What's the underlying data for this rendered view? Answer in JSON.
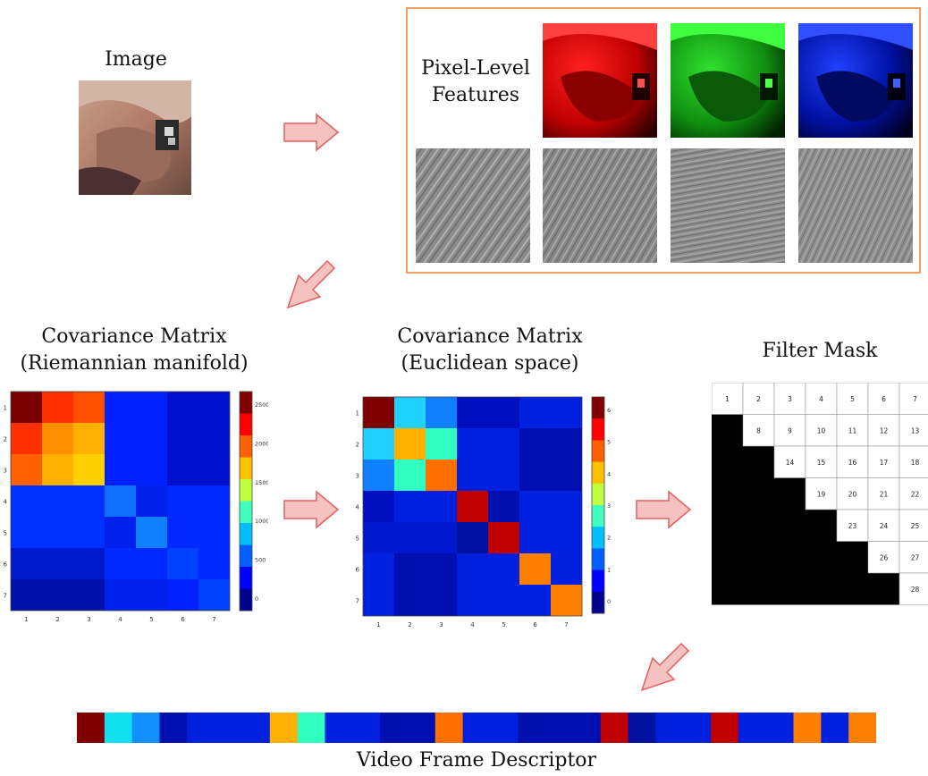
{
  "labels": {
    "image": "Image",
    "pixel_features_line1": "Pixel-Level",
    "pixel_features_line2": "Features",
    "cov_riemannian_line1": "Covariance Matrix",
    "cov_riemannian_line2": "(Riemannian manifold)",
    "cov_euclidean_line1": "Covariance Matrix",
    "cov_euclidean_line2": "(Euclidean space)",
    "filter_mask": "Filter Mask",
    "descriptor": "Video Frame Descriptor"
  },
  "colors": {
    "feature_border": "#f0a060",
    "arrow_fill": "#f6c1c1",
    "arrow_stroke": "#e06060"
  },
  "cov_riemannian": {
    "axis_ticks": [
      "1",
      "2",
      "3",
      "4",
      "5",
      "6",
      "7"
    ],
    "colorbar_ticks": [
      "2500",
      "2000",
      "1500",
      "1000",
      "500",
      "0"
    ],
    "cells": [
      [
        "#7a0000",
        "#ff3000",
        "#ff5000",
        "#0020ff",
        "#0020ff",
        "#0010cc",
        "#0010cc"
      ],
      [
        "#ff3000",
        "#ff9000",
        "#ffb000",
        "#0020ff",
        "#0020ff",
        "#0010cc",
        "#0010cc"
      ],
      [
        "#ff6000",
        "#ffb000",
        "#ffd000",
        "#0020ff",
        "#0020ff",
        "#0010cc",
        "#0010cc"
      ],
      [
        "#0030ff",
        "#0030ff",
        "#0030ff",
        "#1070ff",
        "#0020ee",
        "#0028ff",
        "#0028ff"
      ],
      [
        "#0030ff",
        "#0030ff",
        "#0030ff",
        "#0020ee",
        "#1080ff",
        "#0028ff",
        "#0028ff"
      ],
      [
        "#0018cc",
        "#0018cc",
        "#0018cc",
        "#0028ff",
        "#0028ff",
        "#0040ff",
        "#0028ff"
      ],
      [
        "#0010aa",
        "#0010aa",
        "#0010aa",
        "#0020ee",
        "#0020ee",
        "#0020ff",
        "#0040ff"
      ]
    ]
  },
  "cov_euclidean": {
    "axis_ticks": [
      "1",
      "2",
      "3",
      "4",
      "5",
      "6",
      "7"
    ],
    "colorbar_ticks": [
      "6",
      "5",
      "4",
      "3",
      "2",
      "1",
      "0"
    ],
    "cells": [
      [
        "#800000",
        "#20d0ff",
        "#1080ff",
        "#0010c0",
        "#0010c0",
        "#0020e0",
        "#0020e0"
      ],
      [
        "#20d0ff",
        "#ffb000",
        "#30ffc0",
        "#0020e0",
        "#0020e0",
        "#0010b0",
        "#0010b0"
      ],
      [
        "#1080ff",
        "#30ffc0",
        "#ff7000",
        "#0020e0",
        "#0020e0",
        "#0010b0",
        "#0010b0"
      ],
      [
        "#0010c0",
        "#0020e0",
        "#0020e0",
        "#c00000",
        "#0010b0",
        "#0020e0",
        "#0020e0"
      ],
      [
        "#0018d0",
        "#0018d0",
        "#0018d0",
        "#0010a0",
        "#c00000",
        "#0020e0",
        "#0020e0"
      ],
      [
        "#0020e0",
        "#0010b0",
        "#0010b0",
        "#0020e0",
        "#0020e0",
        "#ff8000",
        "#0020e0"
      ],
      [
        "#0020e0",
        "#0010b0",
        "#0010b0",
        "#0020e0",
        "#0020e0",
        "#0020e0",
        "#ff8000"
      ]
    ]
  },
  "filter_mask": {
    "cells": [
      "1",
      "2",
      "3",
      "4",
      "5",
      "6",
      "7",
      "8",
      "9",
      "10",
      "11",
      "12",
      "13",
      "14",
      "15",
      "16",
      "17",
      "18",
      "19",
      "20",
      "21",
      "22",
      "23",
      "24",
      "25",
      "26",
      "27",
      "28"
    ]
  },
  "descriptor": {
    "colors": [
      "#800000",
      "#10e0f0",
      "#1090ff",
      "#0010b0",
      "#0020e0",
      "#0020e0",
      "#0020e0",
      "#ffb000",
      "#30ffc0",
      "#0020e0",
      "#0020e0",
      "#0010b0",
      "#0010b0",
      "#ff7000",
      "#0020e0",
      "#0020e0",
      "#0010b0",
      "#0010b0",
      "#0010b0",
      "#c00000",
      "#0010a0",
      "#0020e0",
      "#0020e0",
      "#c00000",
      "#0020e0",
      "#0020e0",
      "#ff8000",
      "#0020e0",
      "#ff8000"
    ]
  }
}
